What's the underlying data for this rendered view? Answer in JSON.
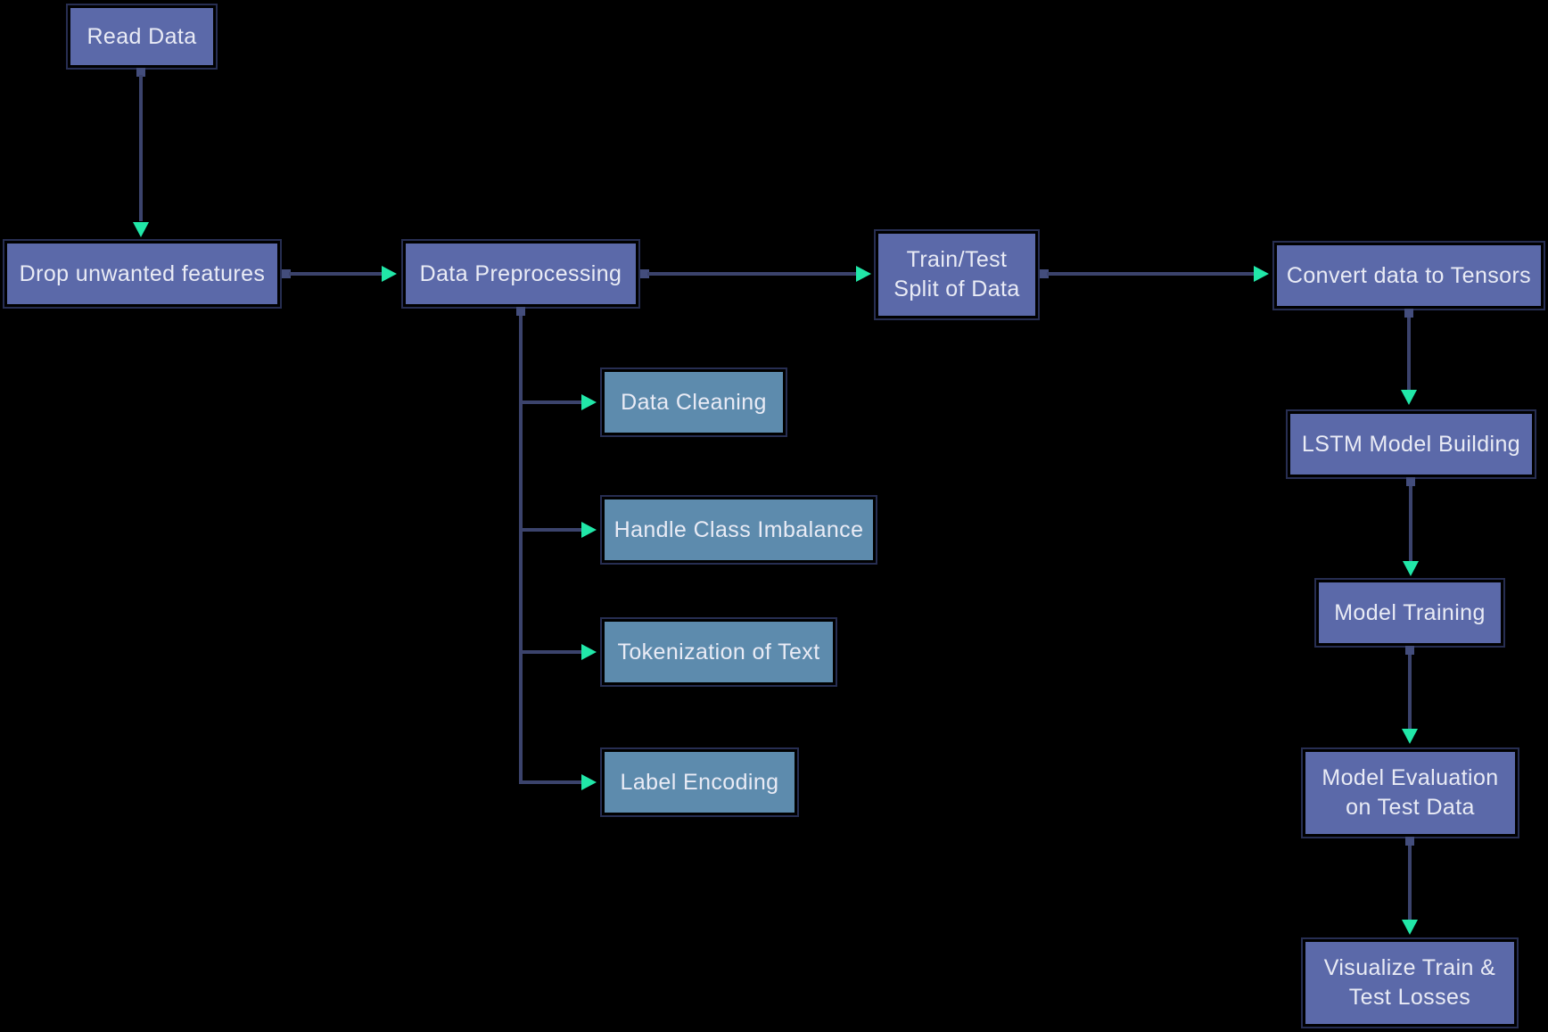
{
  "diagram": {
    "title": "LSTM text-classification workflow flowchart",
    "nodes": {
      "read_data": "Read Data",
      "drop_features": "Drop unwanted features",
      "data_preprocessing": "Data Preprocessing",
      "train_test_split": "Train/Test\nSplit of Data",
      "convert_tensors": "Convert data to Tensors",
      "data_cleaning": "Data Cleaning",
      "handle_imbalance": "Handle Class Imbalance",
      "tokenization": "Tokenization of Text",
      "label_encoding": "Label Encoding",
      "lstm_building": "LSTM Model Building",
      "model_training": "Model Training",
      "model_evaluation": "Model Evaluation\non Test Data",
      "visualize_losses": "Visualize Train &\nTest Losses"
    },
    "edges": [
      {
        "from": "read_data",
        "to": "drop_features"
      },
      {
        "from": "drop_features",
        "to": "data_preprocessing"
      },
      {
        "from": "data_preprocessing",
        "to": "train_test_split"
      },
      {
        "from": "train_test_split",
        "to": "convert_tensors"
      },
      {
        "from": "data_preprocessing",
        "to": "data_cleaning"
      },
      {
        "from": "data_preprocessing",
        "to": "handle_imbalance"
      },
      {
        "from": "data_preprocessing",
        "to": "tokenization"
      },
      {
        "from": "data_preprocessing",
        "to": "label_encoding"
      },
      {
        "from": "convert_tensors",
        "to": "lstm_building"
      },
      {
        "from": "lstm_building",
        "to": "model_training"
      },
      {
        "from": "model_training",
        "to": "model_evaluation"
      },
      {
        "from": "model_evaluation",
        "to": "visualize_losses"
      }
    ],
    "colors": {
      "background": "#000000",
      "primary_node_fill": "#5b69a9",
      "secondary_node_fill": "#5d8bad",
      "node_border": "#272e52",
      "edge_line": "#3b436c",
      "edge_origin_square": "#434d7c",
      "arrowhead": "#21e7a8",
      "node_text": "#e9ebf5"
    }
  }
}
